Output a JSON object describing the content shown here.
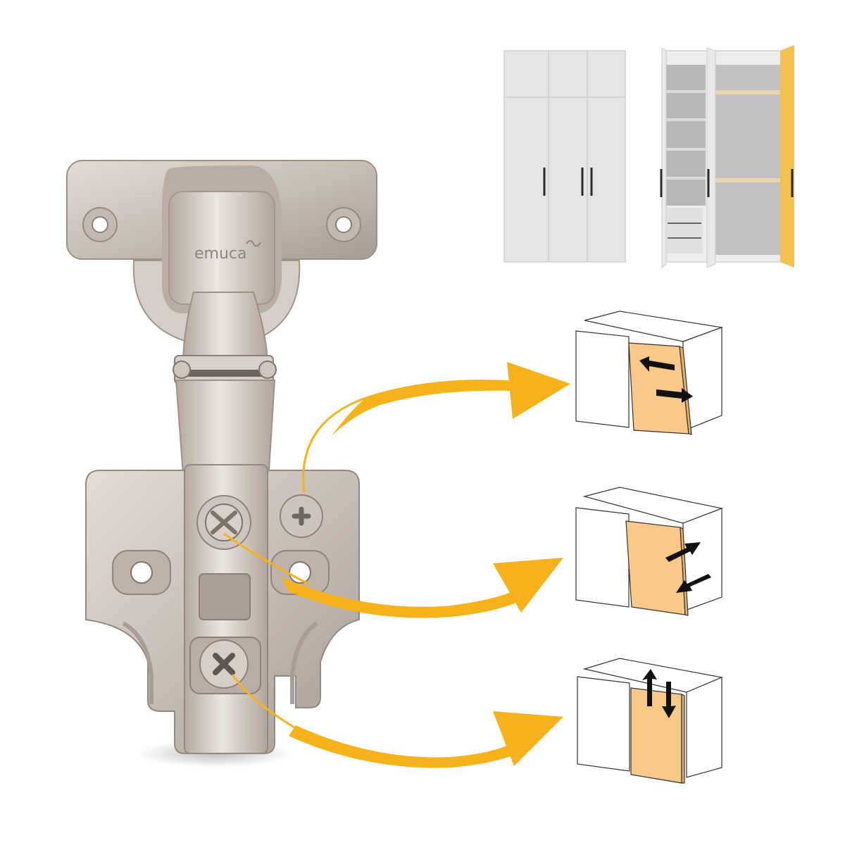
{
  "product": {
    "brand_mark": "emuca",
    "type": "concealed cabinet hinge with mounting plate",
    "finish_color": "#c9c1ba"
  },
  "wardrobes": [
    {
      "state": "closed",
      "door_count": 3,
      "body_color": "#e4e4e2",
      "handle_color": "#2b2b2b"
    },
    {
      "state": "open",
      "door_count": 3,
      "interior_color": "#bdbdbb",
      "accent_door_color": "#f2c14e"
    }
  ],
  "adjustments": [
    {
      "screw": "side adjustment screw",
      "direction": "lateral",
      "arrows": [
        "left",
        "right"
      ]
    },
    {
      "screw": "depth adjustment screw",
      "direction": "depth",
      "arrows": [
        "in",
        "out"
      ]
    },
    {
      "screw": "height adjustment screw",
      "direction": "vertical",
      "arrows": [
        "up",
        "down"
      ]
    }
  ],
  "colors": {
    "arrow": "#f5b21b",
    "door_highlight": "#f9c98a",
    "outline": "#333333",
    "direction_arrow": "#111111"
  }
}
